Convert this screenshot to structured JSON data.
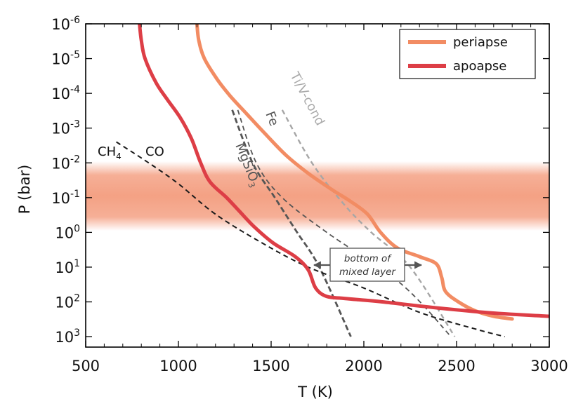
{
  "chart_data": {
    "type": "line",
    "xlabel": "T (K)",
    "ylabel": "P (bar)",
    "xlim": [
      500,
      3000
    ],
    "ylim": [
      1e-06,
      2000
    ],
    "y_scale": "log",
    "y_inverted": true,
    "grid": false,
    "legend_position": "top-right",
    "x_ticks": [
      500,
      1000,
      1500,
      2000,
      2500,
      3000
    ],
    "y_ticks": [
      {
        "value": 1e-06,
        "base": "10",
        "exp": "-6"
      },
      {
        "value": 1e-05,
        "base": "10",
        "exp": "-5"
      },
      {
        "value": 0.0001,
        "base": "10",
        "exp": "-4"
      },
      {
        "value": 0.001,
        "base": "10",
        "exp": "-3"
      },
      {
        "value": 0.01,
        "base": "10",
        "exp": "-2"
      },
      {
        "value": 0.1,
        "base": "10",
        "exp": "-1"
      },
      {
        "value": 1,
        "base": "10",
        "exp": "0"
      },
      {
        "value": 10,
        "base": "10",
        "exp": "1"
      },
      {
        "value": 100,
        "base": "10",
        "exp": "2"
      },
      {
        "value": 1000,
        "base": "10",
        "exp": "3"
      }
    ],
    "band": {
      "p_top": 0.009,
      "p_bottom": 0.9,
      "color": "#f4a184"
    },
    "series": [
      {
        "name": "periapse",
        "color": "#f28c63",
        "width": 5,
        "points": [
          [
            1100,
            1e-06
          ],
          [
            1110,
            3e-06
          ],
          [
            1140,
            1e-05
          ],
          [
            1210,
            4e-05
          ],
          [
            1280,
            0.00012
          ],
          [
            1370,
            0.0004
          ],
          [
            1470,
            0.0015
          ],
          [
            1580,
            0.006
          ],
          [
            1700,
            0.02
          ],
          [
            1830,
            0.06
          ],
          [
            1930,
            0.13
          ],
          [
            2020,
            0.3
          ],
          [
            2090,
            1
          ],
          [
            2180,
            2.8
          ],
          [
            2300,
            5
          ],
          [
            2390,
            8
          ],
          [
            2420,
            20
          ],
          [
            2440,
            50
          ],
          [
            2510,
            100
          ],
          [
            2600,
            180
          ],
          [
            2700,
            260
          ],
          [
            2800,
            310
          ]
        ]
      },
      {
        "name": "apoapse",
        "color": "#dd3e46",
        "width": 5,
        "points": [
          [
            790,
            1e-06
          ],
          [
            800,
            3e-06
          ],
          [
            820,
            1e-05
          ],
          [
            880,
            5e-05
          ],
          [
            940,
            0.00015
          ],
          [
            1010,
            0.0005
          ],
          [
            1070,
            0.002
          ],
          [
            1120,
            0.01
          ],
          [
            1170,
            0.035
          ],
          [
            1260,
            0.1
          ],
          [
            1330,
            0.25
          ],
          [
            1410,
            0.7
          ],
          [
            1510,
            2
          ],
          [
            1630,
            5
          ],
          [
            1700,
            12
          ],
          [
            1740,
            40
          ],
          [
            1800,
            70
          ],
          [
            1900,
            80
          ],
          [
            2100,
            100
          ],
          [
            2400,
            150
          ],
          [
            2700,
            210
          ],
          [
            3000,
            260
          ]
        ]
      }
    ],
    "condensation_curves": [
      {
        "label": "Fe",
        "color": "#555555",
        "dash": "7,5",
        "width": 1.8,
        "points": [
          [
            1320,
            0.0003
          ],
          [
            1420,
            0.01
          ],
          [
            1560,
            0.1
          ],
          [
            1800,
            1
          ],
          [
            2200,
            30
          ],
          [
            2470,
            1000
          ]
        ]
      },
      {
        "label": "MgSiO3",
        "color": "#555555",
        "dash": "8,4",
        "width": 2.8,
        "points": [
          [
            1290,
            0.0003
          ],
          [
            1400,
            0.01
          ],
          [
            1520,
            0.1
          ],
          [
            1640,
            1
          ],
          [
            1760,
            10
          ],
          [
            1930,
            1000
          ]
        ]
      },
      {
        "label": "Ti/V-cond",
        "color": "#a6a6a6",
        "dash": "7,5",
        "width": 2.4,
        "points": [
          [
            1560,
            0.0003
          ],
          [
            1720,
            0.01
          ],
          [
            1890,
            0.15
          ],
          [
            2040,
            1
          ],
          [
            2250,
            10
          ],
          [
            2490,
            1000
          ]
        ]
      },
      {
        "label": "CH4 CO",
        "color": "#1a1a1a",
        "dash": "7,5",
        "width": 2.0,
        "points": [
          [
            665,
            0.0025
          ],
          [
            840,
            0.01
          ],
          [
            1000,
            0.04
          ],
          [
            1200,
            0.3
          ],
          [
            1450,
            2
          ],
          [
            1700,
            10
          ],
          [
            2000,
            40
          ],
          [
            2300,
            200
          ],
          [
            2600,
            600
          ],
          [
            2760,
            1000
          ]
        ]
      }
    ],
    "annotations": {
      "fe": "Fe",
      "mgsio3_main": "MgSiO",
      "mgsio3_sub": "3",
      "tiv": "Ti/V-cond",
      "ch4_main": "CH",
      "ch4_sub": "4",
      "co": "CO",
      "mixed_line1": "bottom of",
      "mixed_line2": "mixed layer"
    }
  }
}
